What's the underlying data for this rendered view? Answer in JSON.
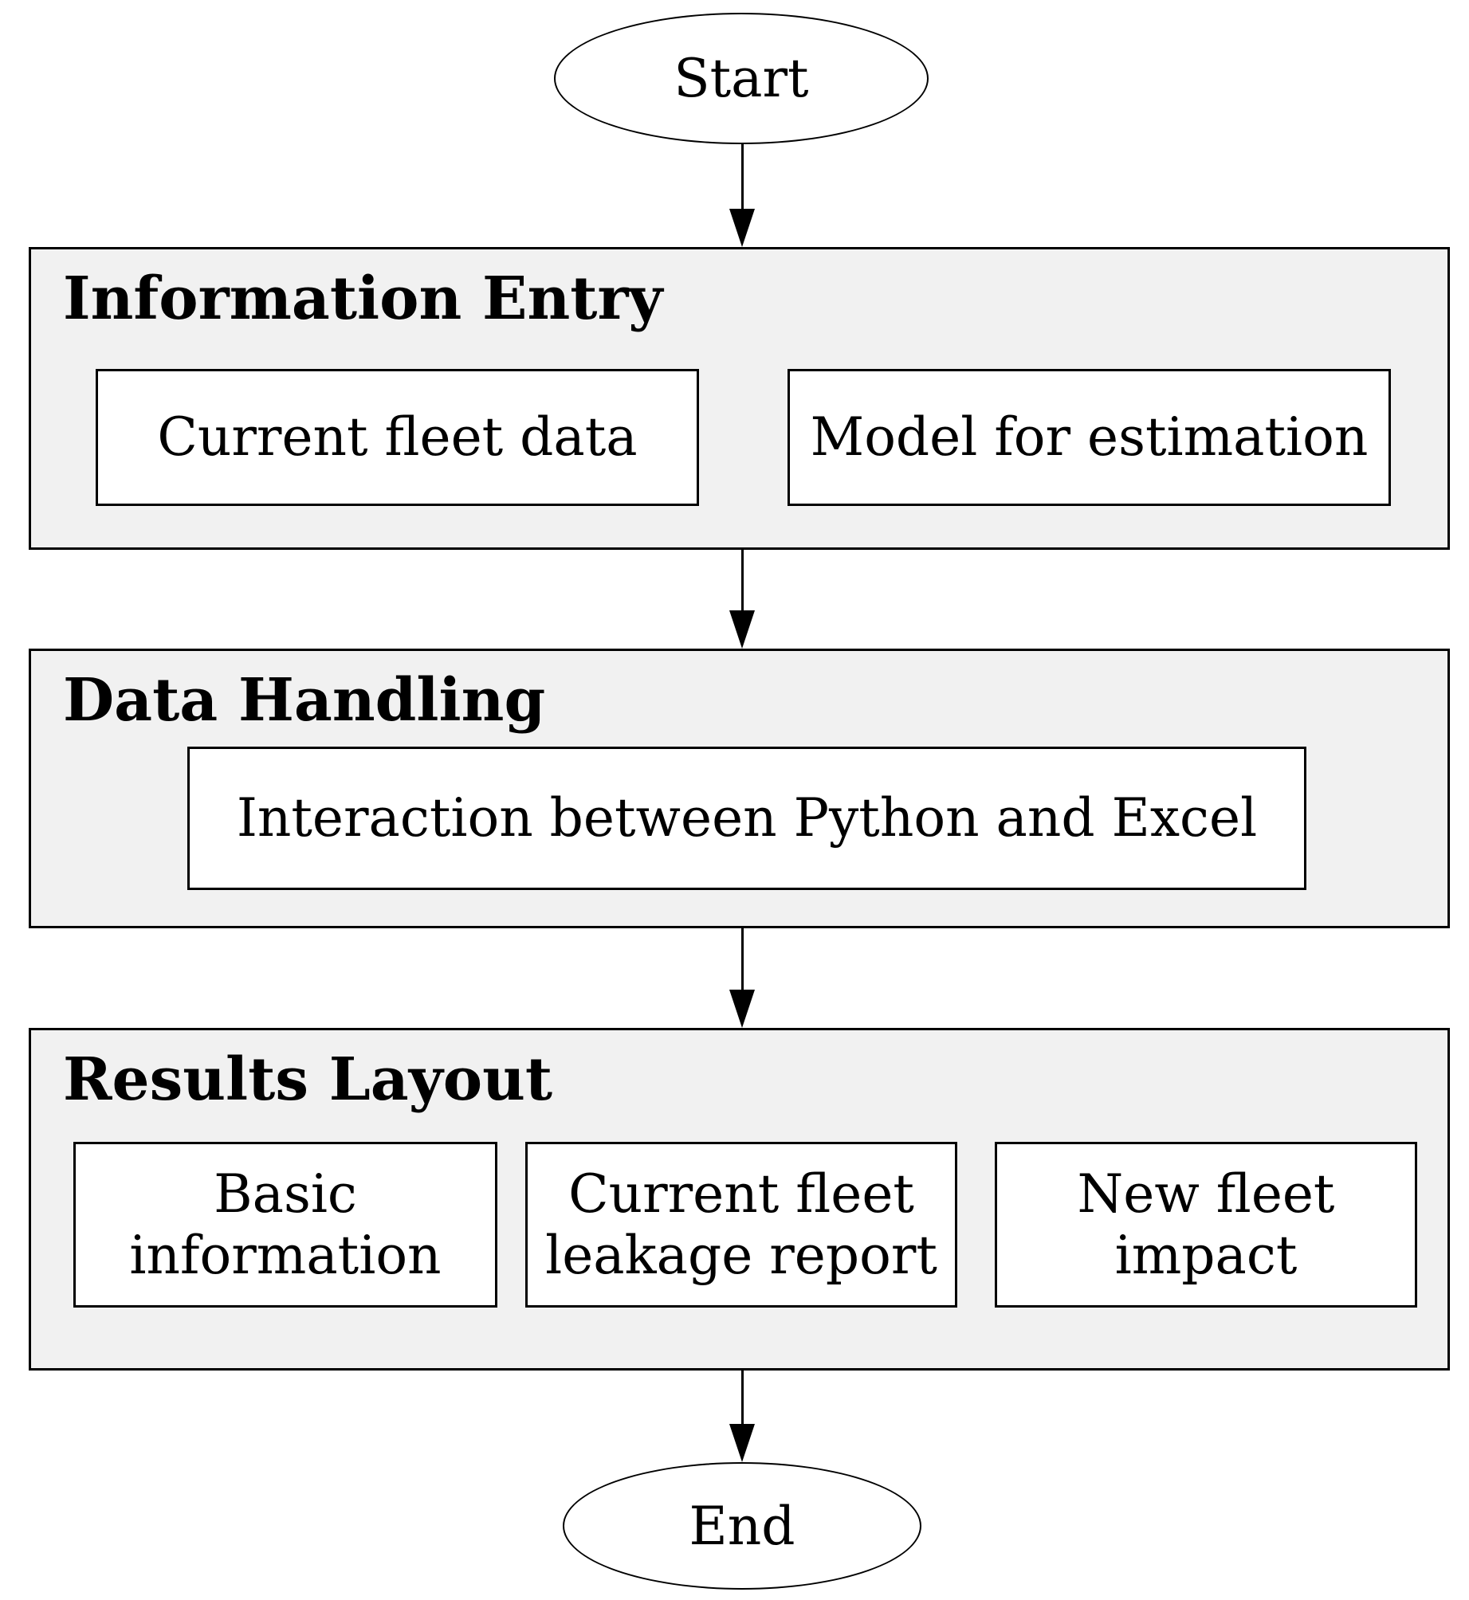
{
  "diagram": {
    "type": "flowchart",
    "start_label": "Start",
    "end_label": "End",
    "sections": [
      {
        "title": "Information Entry",
        "nodes": [
          "Current fleet data",
          "Model for estimation"
        ]
      },
      {
        "title": "Data Handling",
        "nodes": [
          "Interaction between Python and Excel"
        ]
      },
      {
        "title": "Results Layout",
        "nodes": [
          "Basic\ninformation",
          "Current fleet\nleakage report",
          "New fleet\nimpact"
        ]
      }
    ],
    "flow_order": [
      "Start",
      "Information Entry",
      "Data Handling",
      "Results Layout",
      "End"
    ],
    "colors": {
      "background": "#ffffff",
      "section_fill": "#f1f1f1",
      "node_fill": "#ffffff",
      "border": "#000000",
      "text": "#000000"
    }
  }
}
